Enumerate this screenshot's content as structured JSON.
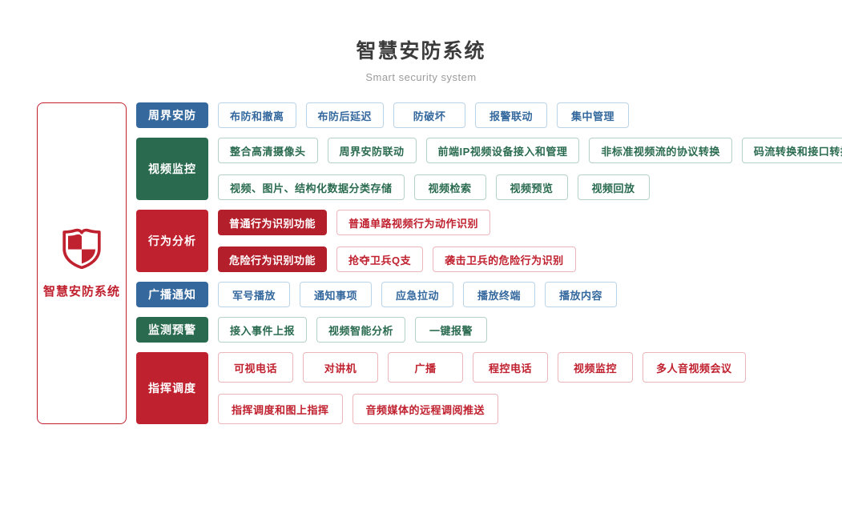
{
  "page": {
    "title": "智慧安防系统",
    "subtitle": "Smart security system"
  },
  "root": {
    "label": "智慧安防系统",
    "icon": "shield-icon"
  },
  "palette": {
    "blue": {
      "main": "#35699e",
      "border": "#b9d4e8"
    },
    "green": {
      "main": "#2a6b50",
      "border": "#b4d2c5"
    },
    "red": {
      "main": "#c0212f",
      "border": "#ecb5ba",
      "fill": "#b41f2c"
    }
  },
  "rows": [
    {
      "category": "周界安防",
      "color": "blue",
      "lines": [
        [
          "布防和撤离",
          "布防后延迟",
          "防破坏",
          "报警联动",
          "集中管理"
        ]
      ]
    },
    {
      "category": "视频监控",
      "color": "green",
      "lines": [
        [
          "整合高清摄像头",
          "周界安防联动",
          "前端IP视频设备接入和管理",
          "非标准视频流的协议转换",
          "码流转换和接口转换"
        ],
        [
          "视频、图片、结构化数据分类存储",
          "视频检索",
          "视频预览",
          "视频回放"
        ]
      ]
    },
    {
      "category": "行为分析",
      "color": "red",
      "lines": [
        [
          {
            "label": "普通行为识别功能",
            "filled": true
          },
          "普通单路视频行为动作识别"
        ],
        [
          {
            "label": "危险行为识别功能",
            "filled": true
          },
          "抢夺卫兵Q支",
          "袭击卫兵的危险行为识别"
        ]
      ]
    },
    {
      "category": "广播通知",
      "color": "blue",
      "lines": [
        [
          "军号播放",
          "通知事项",
          "应急拉动",
          "播放终端",
          "播放内容"
        ]
      ]
    },
    {
      "category": "监测预警",
      "color": "green",
      "lines": [
        [
          "接入事件上报",
          "视频智能分析",
          "一键报警"
        ]
      ]
    },
    {
      "category": "指挥调度",
      "color": "red",
      "large": true,
      "lines": [
        [
          "可视电话",
          "对讲机",
          "广播",
          "程控电话",
          "视频监控",
          "多人音视频会议"
        ],
        [
          "指挥调度和图上指挥",
          "音频媒体的远程调阅推送"
        ]
      ]
    }
  ]
}
